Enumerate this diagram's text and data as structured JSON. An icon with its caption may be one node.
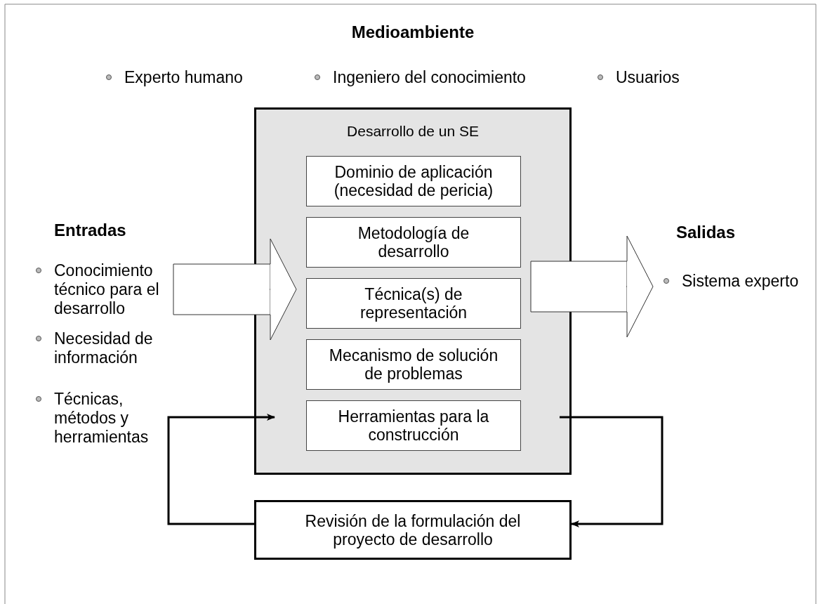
{
  "diagram": {
    "title": "Medioambiente",
    "nodes": [
      {
        "text": [
          "Desarrollo de un SE"
        ]
      },
      {
        "text": [
          "Dominio de aplicación (necesidad de pericia)"
        ],
        "in": 0
      },
      {
        "text": [
          "Metodología de desarrollo"
        ],
        "in": 0
      },
      {
        "text": [
          "Técnica(s) de representación"
        ],
        "in": 0
      },
      {
        "text": [
          "Mecanismo de solución de problemas"
        ],
        "in": 0
      },
      {
        "text": [
          "Herramientas para la construcción"
        ],
        "in": 0
      },
      {
        "text": [
          "Revisión de la formulación del proyecto de desarrollo"
        ]
      }
    ],
    "edges": [
      {
        "from": null,
        "to": 0,
        "arrow": "to"
      },
      {
        "from": 0,
        "to": null,
        "arrow": "to"
      },
      {
        "from": 0,
        "to": 6,
        "arrow": "to",
        "style": "thick"
      },
      {
        "from": 6,
        "to": 0,
        "arrow": "to",
        "style": "thick"
      }
    ],
    "labels": [
      "Experto humano",
      "Ingeniero del conocimiento",
      "Usuarios",
      "Entradas",
      "Conocimiento técnico para el desarrollo",
      "Necesidad de información",
      "Técnicas, métodos y herramientas",
      "Salidas",
      "Sistema experto"
    ]
  }
}
